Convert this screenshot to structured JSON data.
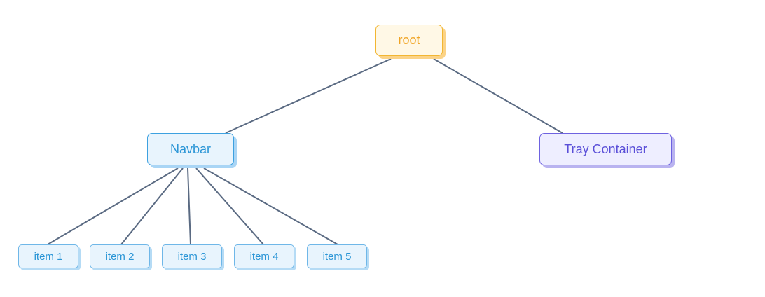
{
  "nodes": {
    "root": {
      "label": "root"
    },
    "navbar": {
      "label": "Navbar"
    },
    "tray": {
      "label": "Tray Container"
    },
    "items": [
      {
        "label": "item 1"
      },
      {
        "label": "item 2"
      },
      {
        "label": "item 3"
      },
      {
        "label": "item 4"
      },
      {
        "label": "item 5"
      }
    ]
  },
  "edges": [
    {
      "from": "root",
      "to": "Navbar"
    },
    {
      "from": "root",
      "to": "Tray Container"
    },
    {
      "from": "Navbar",
      "to": "item 1"
    },
    {
      "from": "Navbar",
      "to": "item 2"
    },
    {
      "from": "Navbar",
      "to": "item 3"
    },
    {
      "from": "Navbar",
      "to": "item 4"
    },
    {
      "from": "Navbar",
      "to": "item 5"
    }
  ],
  "colors": {
    "edge": "#5a6a82",
    "root_fill": "#fff8e6",
    "root_border": "#f2b632",
    "root_text": "#f0a424",
    "navbar_fill": "#e8f4fd",
    "navbar_border": "#3da1e0",
    "navbar_text": "#2a95d6",
    "tray_fill": "#eeeeff",
    "tray_border": "#6e62e0",
    "tray_text": "#5a4fd8"
  }
}
